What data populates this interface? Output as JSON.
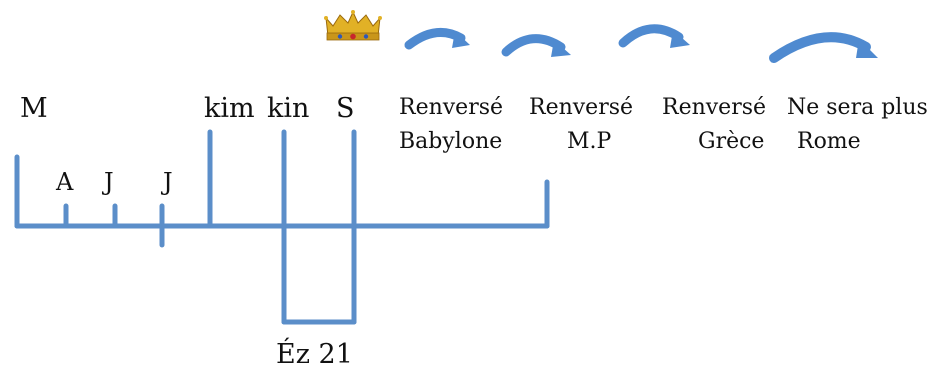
{
  "colors": {
    "timeline": "#5b8ec9",
    "arrow": "#4f8ad0",
    "crown_gold": "#e1b126",
    "crown_dark": "#9b6a0d",
    "jewel_red": "#c8262c",
    "jewel_blue": "#2e58b8",
    "text": "#111111"
  },
  "icons": {
    "crown": "crown-icon",
    "arrow": "curved-arrow-icon"
  },
  "labels": {
    "m": "M",
    "a": "A",
    "j1": "J",
    "j2": "J",
    "kim": "kim",
    "kin": "kin",
    "s": "S",
    "ez": "Éz 21"
  },
  "kingdoms": {
    "row1": {
      "babylon": "Renversé",
      "medo_persia": "Renversé",
      "greece": "Renversé",
      "rome": "Ne sera plus"
    },
    "row2": {
      "babylon": "Babylone",
      "medo_persia": "M.P",
      "greece": "Grèce",
      "rome": "Rome"
    }
  }
}
